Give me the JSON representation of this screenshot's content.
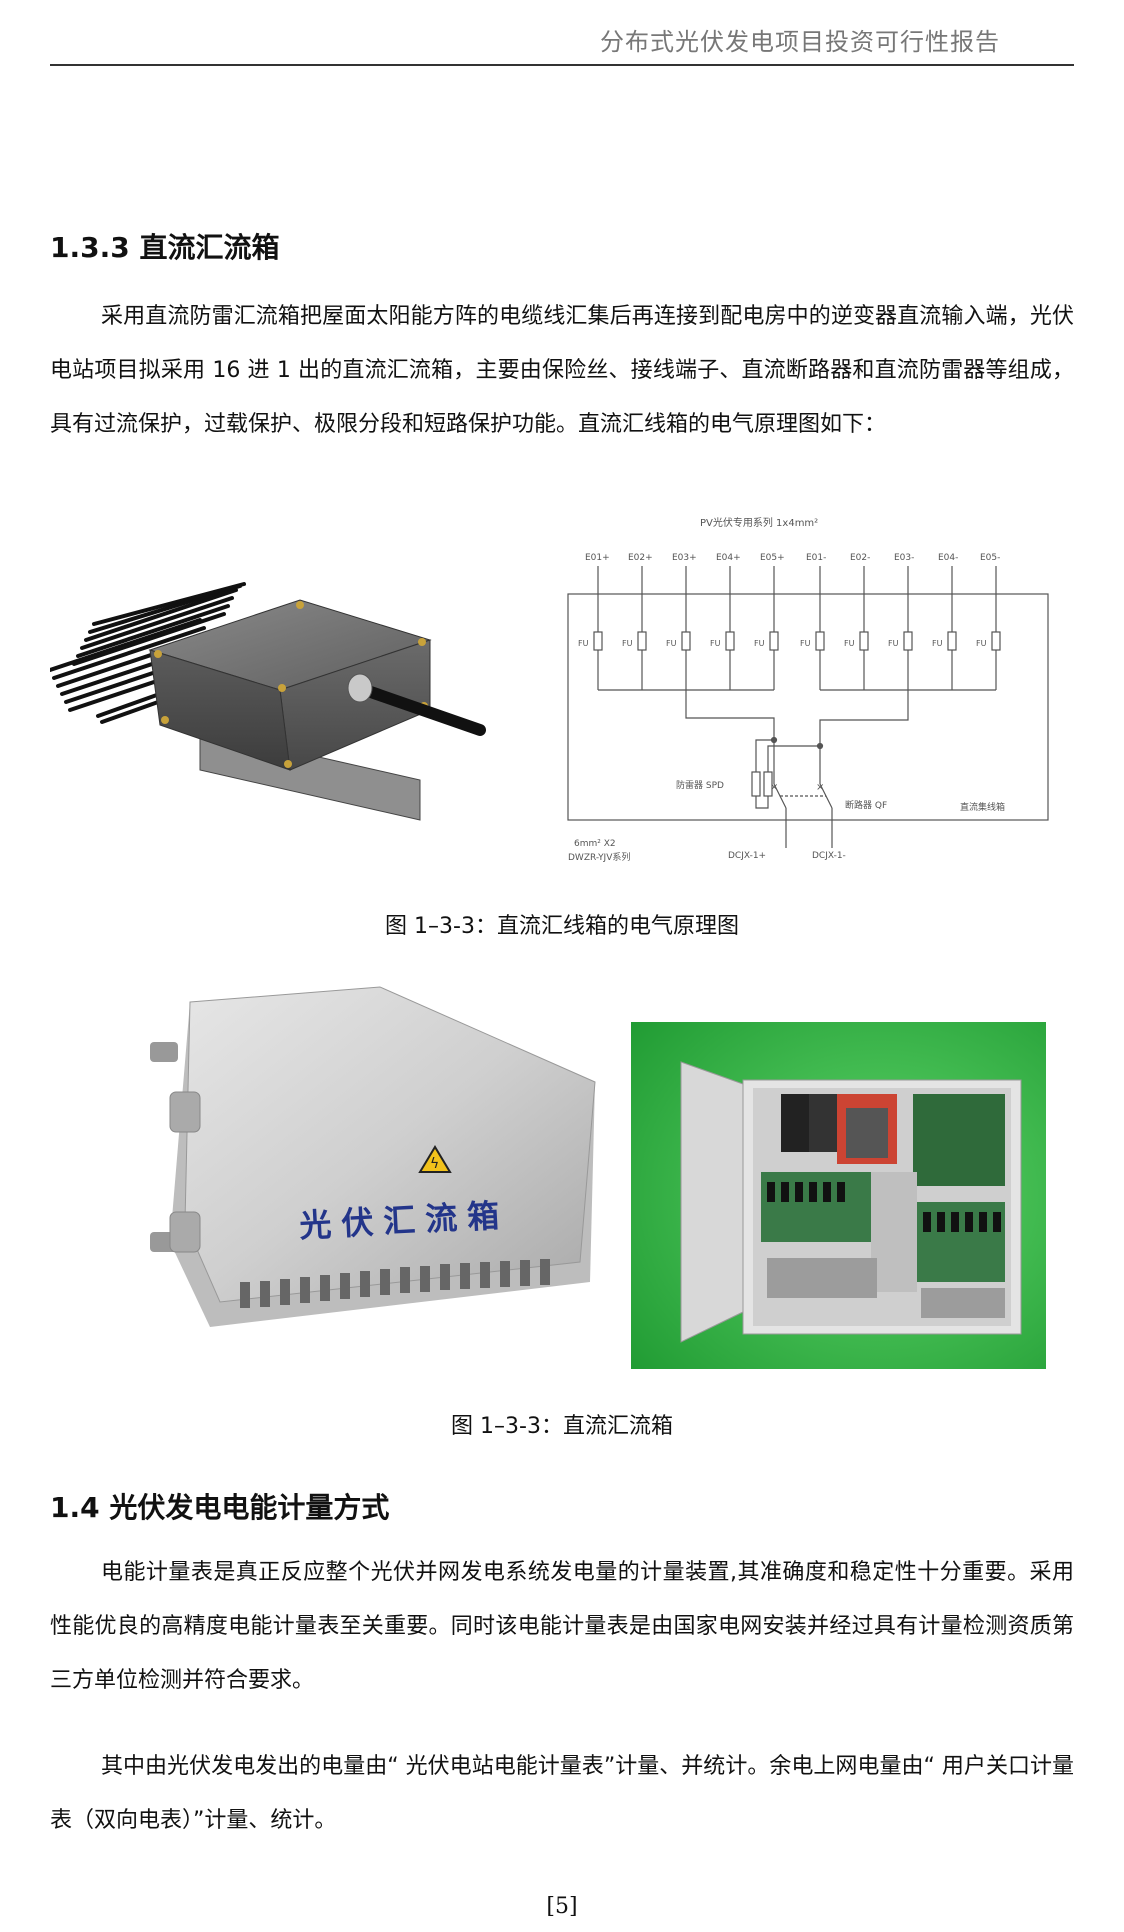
{
  "header": {
    "title": "分布式光伏发电项目投资可行性报告"
  },
  "section_133": {
    "heading": "1.3.3 直流汇流箱",
    "paragraph": "采用直流防雷汇流箱把屋面太阳能方阵的电缆线汇集后再连接到配电房中的逆变器直流输入端，光伏电站项目拟采用 16 进 1 出的直流汇流箱，主要由保险丝、接线端子、直流断路器和直流防雷器等组成，具有过流保护，过载保护、极限分段和短路保护功能。直流汇线箱的电气原理图如下："
  },
  "diagram": {
    "cable_label": "PV光伏专用系列  1x4mm²",
    "inputs": [
      "E01+",
      "E02+",
      "E03+",
      "E04+",
      "E05+",
      "E01-",
      "E02-",
      "E03-",
      "E04-",
      "E05-"
    ],
    "fuse_label": "FU",
    "spd_label": "防雷器 SPD",
    "breaker_label": "断路器 QF",
    "box_label": "直流集线箱",
    "cable_note_line1": "6mm² X2",
    "cable_note_line2": "DWZR-YJV系列",
    "out_pos": "DCJX-1+",
    "out_neg": "DCJX-1-"
  },
  "figure1_caption": "图 1–3-3：直流汇线箱的电气原理图",
  "photo_box": {
    "label": "光伏汇流箱"
  },
  "figure2_caption": "图 1–3-3：直流汇流箱",
  "section_14": {
    "heading": "1.4 光伏发电电能计量方式",
    "paragraph1": "电能计量表是真正反应整个光伏并网发电系统发电量的计量装置,其准确度和稳定性十分重要。采用性能优良的高精度电能计量表至关重要。同时该电能计量表是由国家电网安装并经过具有计量检测资质第三方单位检测并符合要求。",
    "paragraph2": "其中由光伏发电发出的电量由“ 光伏电站电能计量表”计量、并统计。余电上网电量由“ 用户关口计量表（双向电表）”计量、统计。"
  },
  "footer": {
    "page_number": "[5]"
  }
}
